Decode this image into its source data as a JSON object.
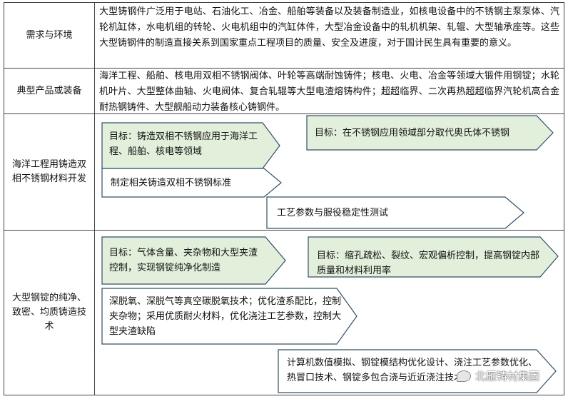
{
  "rows": [
    {
      "label": "需求与环境",
      "text": "大型铸钢件广泛用于电站、石油化工、冶金、船舶等装备以及装备制造业，如核电设备中的不锈钢主泵泵体、汽轮机缸体，水电机组的转轮、火电机组中的汽缸体件，大型冶金设备中的轧机机架、轧辊、大型轴承座等。这些大型铸钢件的制造直接关系到国家重点工程项目的质量、安全及进度，对于国计民生具有重要的意义。"
    },
    {
      "label": "典型产品或装备",
      "text": "海洋工程、船舶、核电用双相不锈钢阀体、叶轮等高端耐蚀铸件；核电、火电、冶金等领域大锻件用钢锭；水轮机叶片、大型整体曲轴、火电阀体、复合轧辊等大型电渣熔铸构件；超超临界、二次再热超超临界汽轮机高合金耐热钢铸件、大型舰船动力装备核心铸钢件。"
    },
    {
      "label": "海洋工程用铸造双相不锈钢材料开发",
      "arrows": [
        "目标：铸造双相不锈钢应用于海洋工程、船舶、核电等领域",
        "目标：在不锈钢应用领域部分取代奥氏体不锈钢",
        "制定相关铸造双相不锈钢标准",
        "工艺参数与服役稳定性测试"
      ]
    },
    {
      "label": "大型钢锭的纯净、致密、均质铸造技术",
      "arrows": [
        "目标：气体含量、夹杂物和大型夹渣控制，实现钢锭纯净化制造",
        "目标：缩孔疏松、裂纹、宏观偏析控制，提高钢锭内部质量和材料利用率",
        "深脱氧、深脱气等真空碳脱氧技术；优化渣系配比，控制夹杂物；采用优质耐火材料，优化浇注工艺参数，控制大型夹渣缺陷",
        "计算机数值模拟、钢锭模结构优化设计、浇注工艺参数优化、热冒口技术、钢锭多包合浇与近近浇注技术"
      ]
    }
  ],
  "watermark": "北雁铸材集团",
  "colors": {
    "goal_fill": "#e2efda",
    "plain_fill": "#ffffff",
    "stroke": "#2f4f6f",
    "grid": "#444444"
  }
}
